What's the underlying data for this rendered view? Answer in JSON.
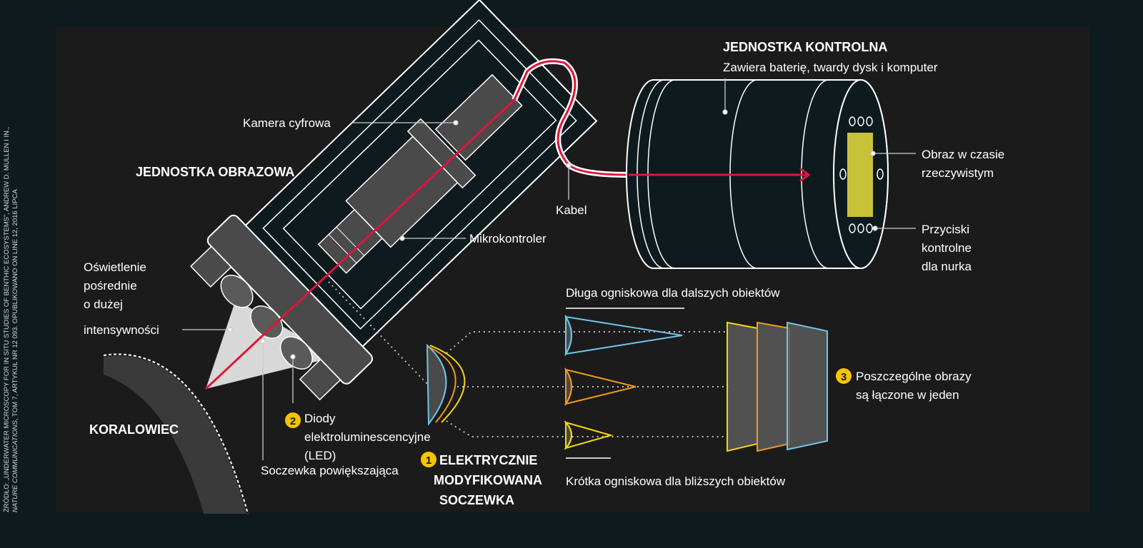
{
  "source": {
    "line1": "ŹRÓDŁO: „UNDERWATER MICROSCOPY FOR IN SITU STUDIES OF BENTHIC ECOSYSTEMS”, ANDREW D. MULLEN I IN.,",
    "line2_italic": "NATURE COMMUNICATIONS",
    "line2_rest": ", TOM 7, ARTYKUŁ NR 12 093. OPUBLIKOWANO ON LINE 12, 2016 LIPCA"
  },
  "imaging_unit": {
    "title": "JEDNOSTKA OBRAZOWA",
    "camera": "Kamera cyfrowa",
    "microcontroller": "Mikrokontroler",
    "lighting": [
      "Oświetlenie",
      "pośrednie",
      "o dużej",
      "intensywności"
    ],
    "lens": "Soczewka powiększająca",
    "leds_num": "2",
    "leds": [
      "Diody",
      "elektroluminescencyjne",
      "(LED)"
    ],
    "coral": "KORALOWIEC"
  },
  "control_unit": {
    "title": "JEDNOSTKA KONTROLNA",
    "subtitle": "Zawiera baterię, twardy dysk i komputer",
    "cable": "Kabel",
    "realtime": [
      "Obraz w czasie",
      "rzeczywistym"
    ],
    "buttons": [
      "Przyciski",
      "kontrolne",
      "dla nurka"
    ]
  },
  "lens_diagram": {
    "step1_num": "1",
    "step1": [
      "ELEKTRYCZNIE",
      "MODYFIKOWANA",
      "SOCZEWKA"
    ],
    "long_focal": "Długa ogniskowa dla dalszych obiektów",
    "short_focal": "Krótka ogniskowa dla bliższych obiektów",
    "step3_num": "3",
    "step3": [
      "Poszczególne obrazy",
      "są łączone w jeden"
    ]
  },
  "colors": {
    "red": "#e0143c",
    "yellow": "#f5d90a",
    "orange": "#f29a1c",
    "blue": "#6ec6e8",
    "gray": "#4a4a4a"
  }
}
